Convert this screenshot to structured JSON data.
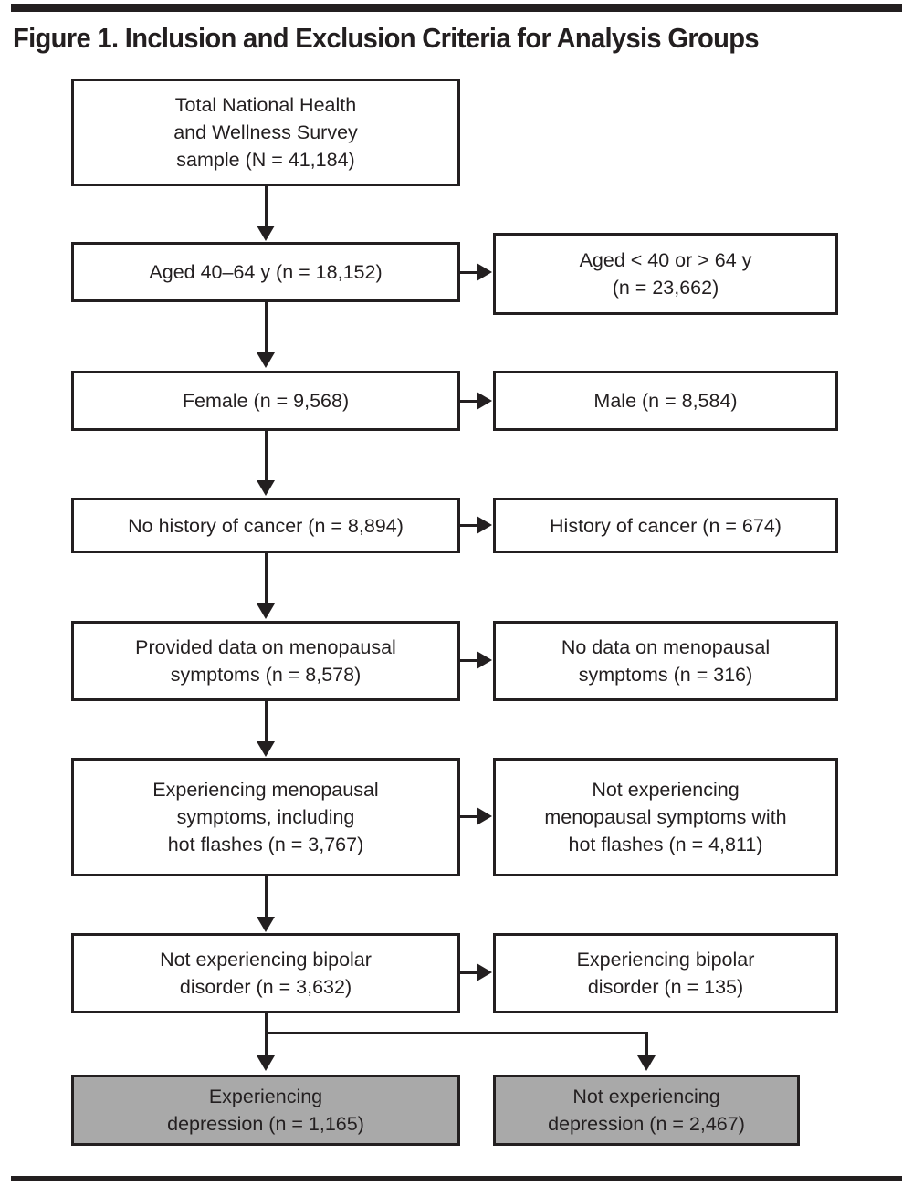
{
  "figure": {
    "title": "Figure 1. Inclusion and Exclusion Criteria for Analysis Groups",
    "top_rule": "horizontal-rule",
    "bottom_rule": "horizontal-rule"
  },
  "colors": {
    "ink": "#231f20",
    "terminal_fill": "#a9a9a9",
    "box_fill": "#ffffff",
    "page": "#ffffff"
  },
  "chart_data": {
    "type": "diagram",
    "title": "Figure 1. Inclusion and Exclusion Criteria for Analysis Groups",
    "nodes": [
      {
        "id": "total-sample",
        "label": "Total National Health\nand Wellness Survey\nsample (N = 41,184)",
        "count": 41184,
        "count_symbol": "N",
        "column": "main",
        "style": "white"
      },
      {
        "id": "aged-40-64",
        "label": "Aged 40–64 y (n = 18,152)",
        "count": 18152,
        "count_symbol": "n",
        "column": "main",
        "style": "white"
      },
      {
        "id": "aged-excluded",
        "label": "Aged < 40 or > 64 y\n(n = 23,662)",
        "count": 23662,
        "count_symbol": "n",
        "column": "excluded",
        "style": "white"
      },
      {
        "id": "female",
        "label": "Female (n = 9,568)",
        "count": 9568,
        "count_symbol": "n",
        "column": "main",
        "style": "white"
      },
      {
        "id": "male",
        "label": "Male (n = 8,584)",
        "count": 8584,
        "count_symbol": "n",
        "column": "excluded",
        "style": "white"
      },
      {
        "id": "no-history-cancer",
        "label": "No history of cancer (n = 8,894)",
        "count": 8894,
        "count_symbol": "n",
        "column": "main",
        "style": "white"
      },
      {
        "id": "history-cancer",
        "label": "History of cancer (n = 674)",
        "count": 674,
        "count_symbol": "n",
        "column": "excluded",
        "style": "white"
      },
      {
        "id": "provided-menopausal-data",
        "label": "Provided data on menopausal\nsymptoms (n = 8,578)",
        "count": 8578,
        "count_symbol": "n",
        "column": "main",
        "style": "white"
      },
      {
        "id": "no-menopausal-data",
        "label": "No data on menopausal\nsymptoms (n = 316)",
        "count": 316,
        "count_symbol": "n",
        "column": "excluded",
        "style": "white"
      },
      {
        "id": "experiencing-hot-flashes",
        "label": "Experiencing menopausal\nsymptoms, including\nhot flashes (n = 3,767)",
        "count": 3767,
        "count_symbol": "n",
        "column": "main",
        "style": "white"
      },
      {
        "id": "not-experiencing-hot-flashes",
        "label": "Not experiencing\nmenopausal symptoms with\nhot flashes (n = 4,811)",
        "count": 4811,
        "count_symbol": "n",
        "column": "excluded",
        "style": "white"
      },
      {
        "id": "not-bipolar",
        "label": "Not experiencing bipolar\ndisorder (n = 3,632)",
        "count": 3632,
        "count_symbol": "n",
        "column": "main",
        "style": "white"
      },
      {
        "id": "bipolar",
        "label": "Experiencing bipolar\ndisorder (n = 135)",
        "count": 135,
        "count_symbol": "n",
        "column": "excluded",
        "style": "white"
      },
      {
        "id": "experiencing-depression",
        "label": "Experiencing\ndepression (n = 1,165)",
        "count": 1165,
        "count_symbol": "n",
        "column": "main",
        "style": "gray"
      },
      {
        "id": "not-experiencing-depression",
        "label": "Not experiencing\ndepression (n = 2,467)",
        "count": 2467,
        "count_symbol": "n",
        "column": "excluded",
        "style": "gray"
      }
    ],
    "edges": [
      {
        "from": "total-sample",
        "to": "aged-40-64",
        "kind": "down"
      },
      {
        "from": "aged-40-64",
        "to": "aged-excluded",
        "kind": "right"
      },
      {
        "from": "aged-40-64",
        "to": "female",
        "kind": "down"
      },
      {
        "from": "female",
        "to": "male",
        "kind": "right"
      },
      {
        "from": "female",
        "to": "no-history-cancer",
        "kind": "down"
      },
      {
        "from": "no-history-cancer",
        "to": "history-cancer",
        "kind": "right"
      },
      {
        "from": "no-history-cancer",
        "to": "provided-menopausal-data",
        "kind": "down"
      },
      {
        "from": "provided-menopausal-data",
        "to": "no-menopausal-data",
        "kind": "right"
      },
      {
        "from": "provided-menopausal-data",
        "to": "experiencing-hot-flashes",
        "kind": "down"
      },
      {
        "from": "experiencing-hot-flashes",
        "to": "not-experiencing-hot-flashes",
        "kind": "right"
      },
      {
        "from": "experiencing-hot-flashes",
        "to": "not-bipolar",
        "kind": "down"
      },
      {
        "from": "not-bipolar",
        "to": "bipolar",
        "kind": "right"
      },
      {
        "from": "not-bipolar",
        "to": "experiencing-depression",
        "kind": "down"
      },
      {
        "from": "not-bipolar",
        "to": "not-experiencing-depression",
        "kind": "elbow-right-down"
      }
    ]
  }
}
